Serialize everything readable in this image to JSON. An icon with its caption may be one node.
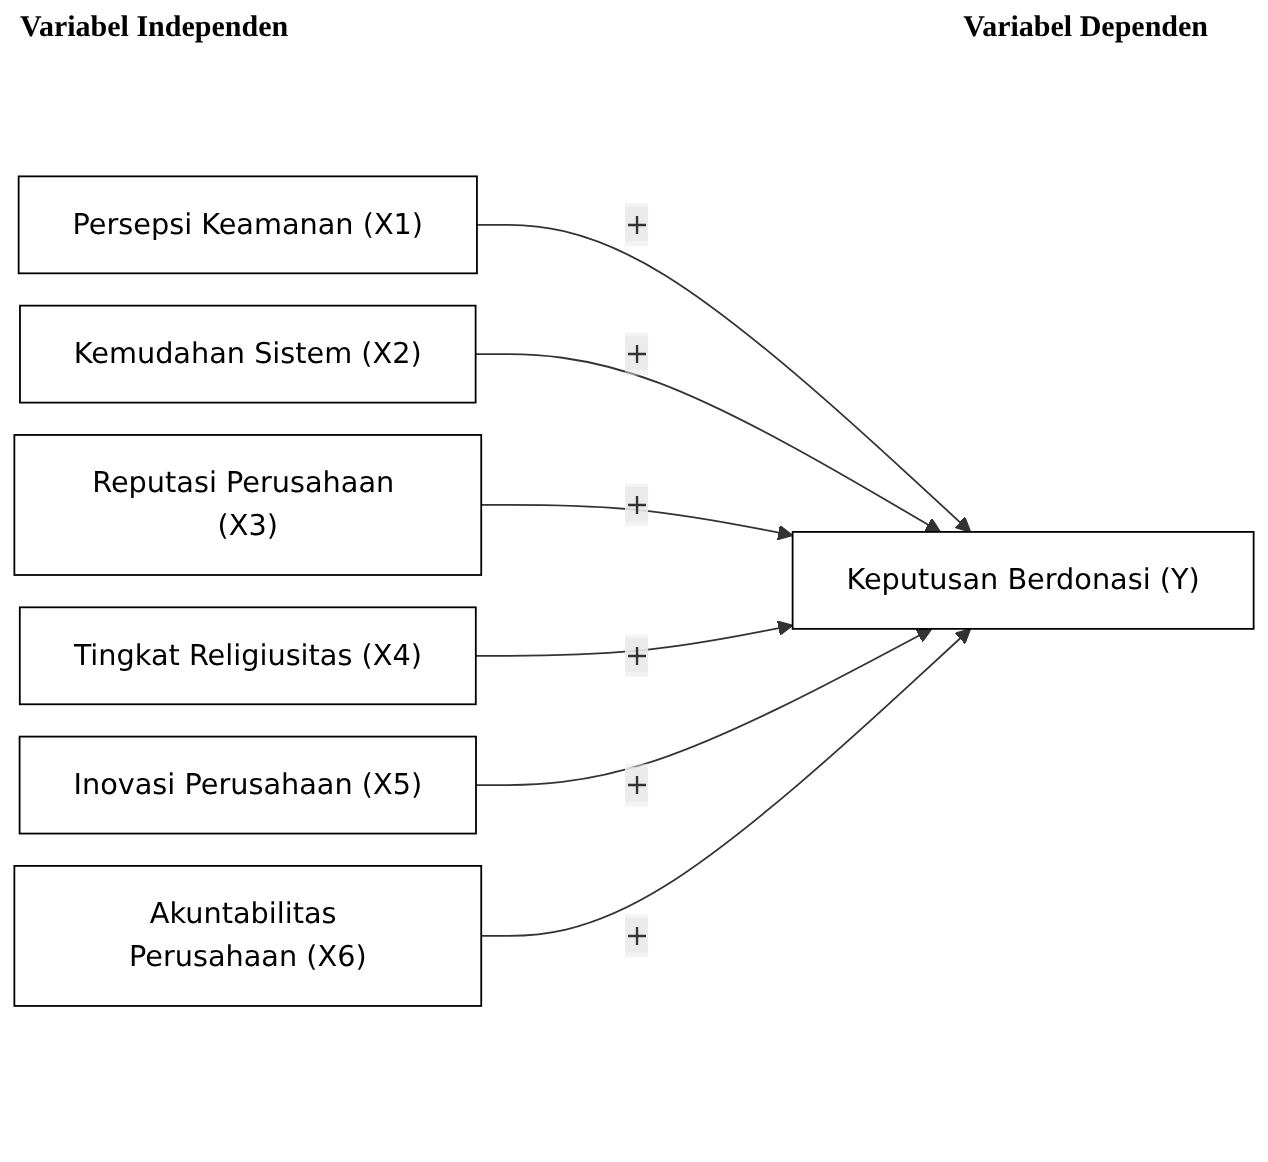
{
  "diagram": {
    "nodes": [
      {
        "text": [
          "Persepsi Keamanan (X1)"
        ]
      },
      {
        "text": [
          "Kemudahan Sistem (X2)"
        ]
      },
      {
        "text": [
          "Reputasi Perusahaan (X3)"
        ]
      },
      {
        "text": [
          "Tingkat Religiusitas (X4)"
        ]
      },
      {
        "text": [
          "Inovasi Perusahaan (X5)"
        ]
      },
      {
        "text": [
          "Akuntabilitas Perusahaan (X6)"
        ]
      },
      {
        "text": [
          "Keputusan Berdonasi (Y)"
        ]
      }
    ],
    "edges": [
      {
        "from": 0,
        "to": 6,
        "arrow": "to",
        "label": "+"
      },
      {
        "from": 1,
        "to": 6,
        "arrow": "to",
        "label": "+"
      },
      {
        "from": 2,
        "to": 6,
        "arrow": "to",
        "label": "+"
      },
      {
        "from": 3,
        "to": 6,
        "arrow": "to",
        "label": "+"
      },
      {
        "from": 4,
        "to": 6,
        "arrow": "to",
        "label": "+"
      },
      {
        "from": 5,
        "to": 6,
        "arrow": "to",
        "label": "+"
      }
    ],
    "labels": [
      "Variabel Independen",
      "Variabel Dependen"
    ]
  }
}
